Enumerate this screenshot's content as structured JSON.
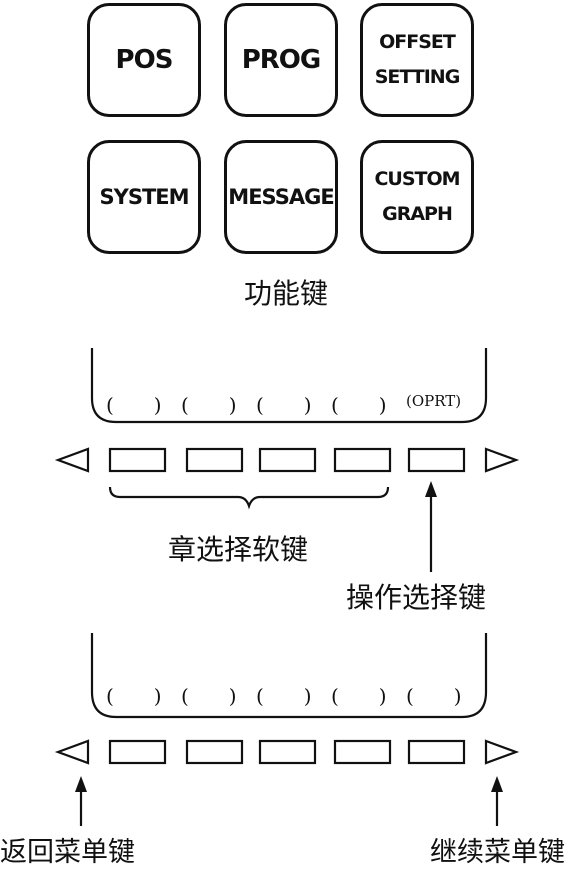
{
  "function_keys": {
    "row1": [
      {
        "lines": [
          "POS"
        ]
      },
      {
        "lines": [
          "PROG"
        ]
      },
      {
        "lines": [
          "OFFSET",
          "SETTING"
        ]
      }
    ],
    "row2": [
      {
        "lines": [
          "SYSTEM"
        ]
      },
      {
        "lines": [
          "MESSAGE"
        ]
      },
      {
        "lines": [
          "CUSTOM",
          "GRAPH"
        ]
      }
    ],
    "caption": "功能键"
  },
  "screen1": {
    "labels": [
      "(　　)",
      "(　　)",
      "(　　)",
      "(　　)",
      "(OPRT)"
    ],
    "chapter_caption": "章选择软键",
    "operation_caption": "操作选择键"
  },
  "screen2": {
    "labels": [
      "(　　)",
      "(　　)",
      "(　　)",
      "(　　)",
      "(　　)"
    ],
    "return_caption": "返回菜单键",
    "continue_caption": "继续菜单键"
  }
}
